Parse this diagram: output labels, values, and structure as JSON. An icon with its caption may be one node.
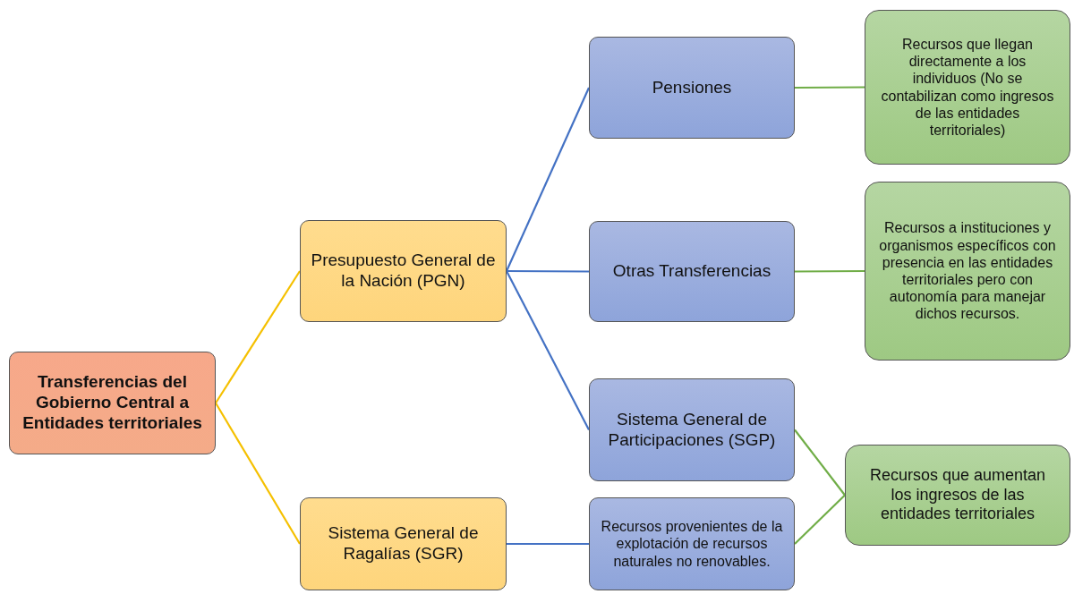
{
  "diagram": {
    "nodes": [
      {
        "text": [
          "Transferencias del Gobierno Central a Entidades territoriales"
        ]
      },
      {
        "text": [
          "Presupuesto General de la Nación (PGN)"
        ]
      },
      {
        "text": [
          "Sistema General de Ragalías (SGR)"
        ]
      },
      {
        "text": [
          "Pensiones"
        ]
      },
      {
        "text": [
          "Otras Transferencias"
        ]
      },
      {
        "text": [
          "Sistema General de Participaciones (SGP)"
        ]
      },
      {
        "text": [
          "Recursos provenientes de la explotación de recursos naturales no renovables."
        ]
      },
      {
        "text": [
          "Recursos que llegan directamente a los individuos (No se contabilizan como ingresos de las entidades territoriales)"
        ]
      },
      {
        "text": [
          "Recursos a instituciones y organismos específicos con presencia en las entidades territoriales pero con autonomía para manejar dichos recursos."
        ]
      },
      {
        "text": [
          "Recursos que aumentan los ingresos de las entidades territoriales"
        ]
      }
    ],
    "edges": [
      {
        "from": 0,
        "to": 1,
        "arrow": "none",
        "color": "#f5c000"
      },
      {
        "from": 0,
        "to": 2,
        "arrow": "none",
        "color": "#f5c000"
      },
      {
        "from": 1,
        "to": 3,
        "arrow": "none",
        "color": "#4472c4"
      },
      {
        "from": 1,
        "to": 4,
        "arrow": "none",
        "color": "#4472c4"
      },
      {
        "from": 1,
        "to": 5,
        "arrow": "none",
        "color": "#4472c4"
      },
      {
        "from": 2,
        "to": 6,
        "arrow": "none",
        "color": "#4472c4"
      },
      {
        "from": 3,
        "to": 7,
        "arrow": "none",
        "color": "#70ad47"
      },
      {
        "from": 4,
        "to": 8,
        "arrow": "none",
        "color": "#70ad47"
      },
      {
        "from": 5,
        "to": 9,
        "arrow": "none",
        "color": "#70ad47"
      },
      {
        "from": 6,
        "to": 9,
        "arrow": "none",
        "color": "#70ad47"
      }
    ]
  }
}
